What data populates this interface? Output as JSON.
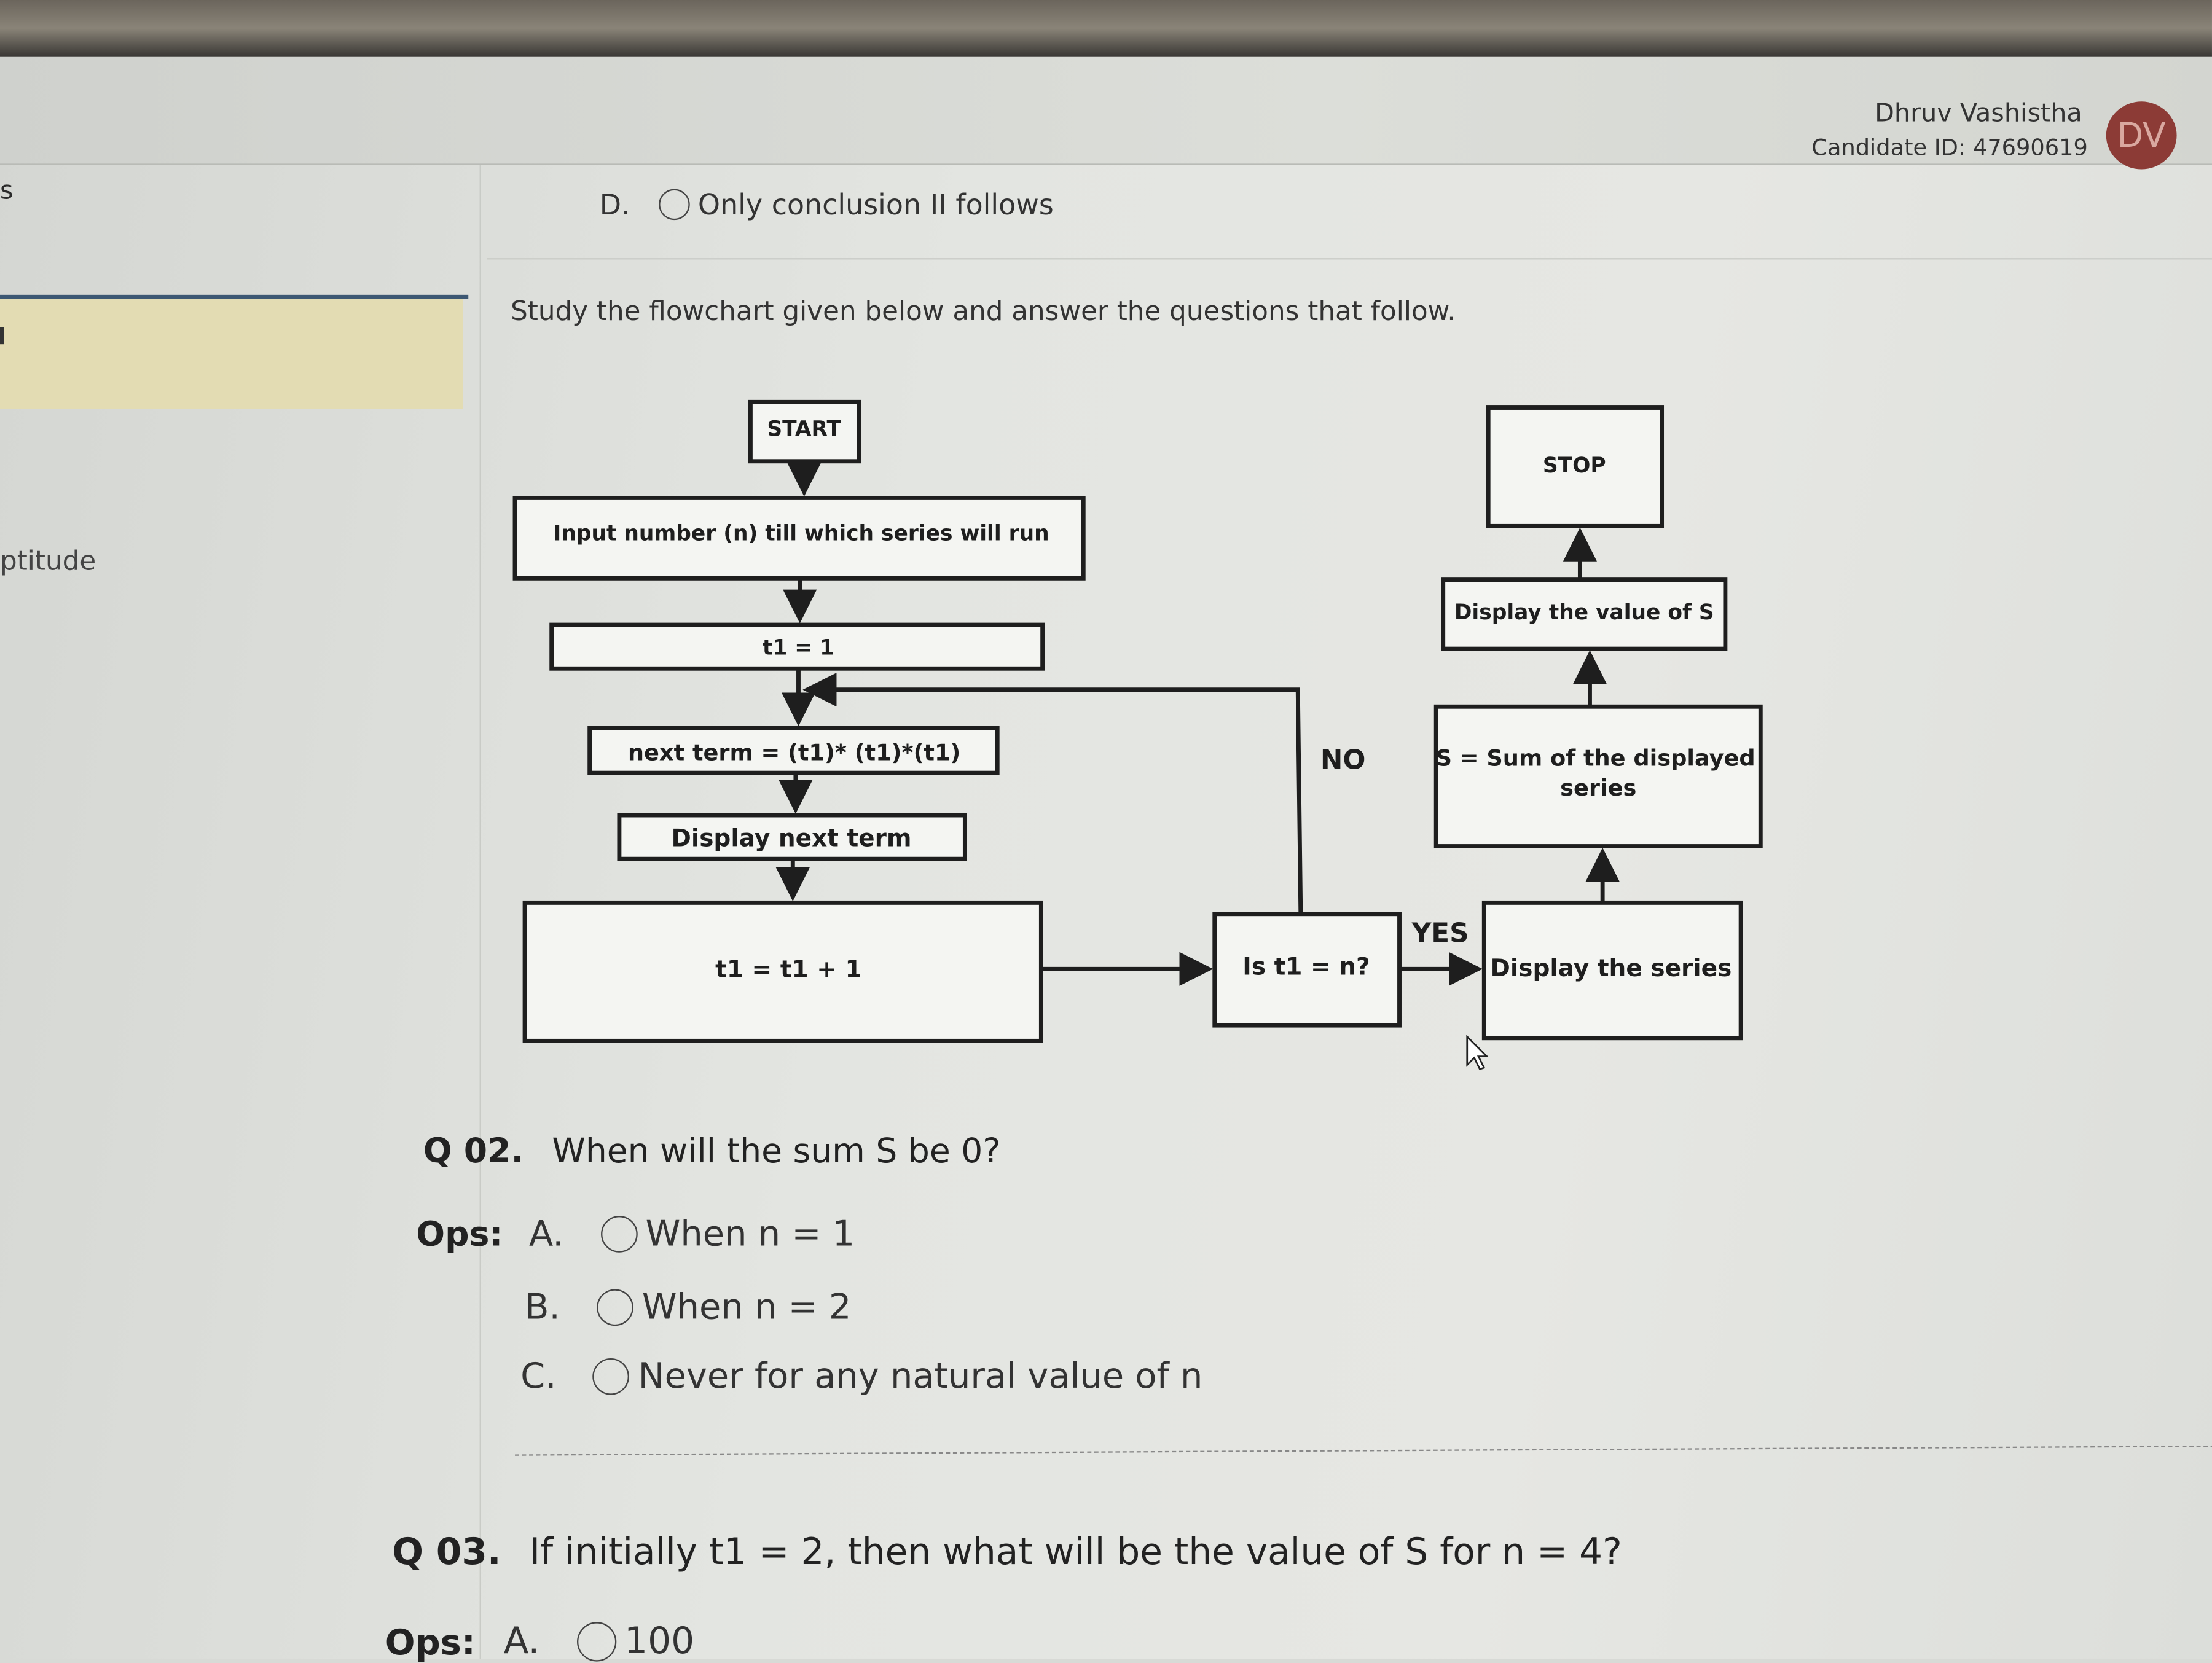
{
  "header": {
    "user_name": "Dhruv Vashistha",
    "candidate_id": "Candidate ID: 47690619",
    "avatar_initials": "DV",
    "avatar_color": "#8c3b36"
  },
  "sidebar": {
    "partial_item_top": "s",
    "partial_section": "ptitude"
  },
  "prev_question": {
    "option_d": {
      "letter": "D.",
      "text": "Only conclusion II follows"
    }
  },
  "instruction": "Study the flowchart given below and answer the questions that follow.",
  "flowchart": {
    "start": "START",
    "input": "Input number (n) till which series will run",
    "init": "t1 = 1",
    "next_term": "next term = (t1)* (t1)*(t1)",
    "display_next": "Display next term",
    "increment": "t1 = t1 + 1",
    "decision": "Is t1 = n?",
    "no_label": "NO",
    "yes_label": "YES",
    "display_series": "Display the series",
    "sum_line1": "S = Sum of the displayed",
    "sum_line2": "series",
    "display_s": "Display the value of S",
    "stop": "STOP"
  },
  "q02": {
    "number": "Q 02.",
    "text": "When will the sum S be 0?",
    "ops_label": "Ops:",
    "options": [
      {
        "letter": "A.",
        "text": "When n = 1"
      },
      {
        "letter": "B.",
        "text": "When n = 2"
      },
      {
        "letter": "C.",
        "text": "Never for any natural value of n"
      }
    ]
  },
  "q03": {
    "number": "Q 03.",
    "text": "If initially t1 = 2, then what will be the value of S for n = 4?",
    "ops_label": "Ops:",
    "options": [
      {
        "letter": "A.",
        "text": "100"
      }
    ]
  }
}
